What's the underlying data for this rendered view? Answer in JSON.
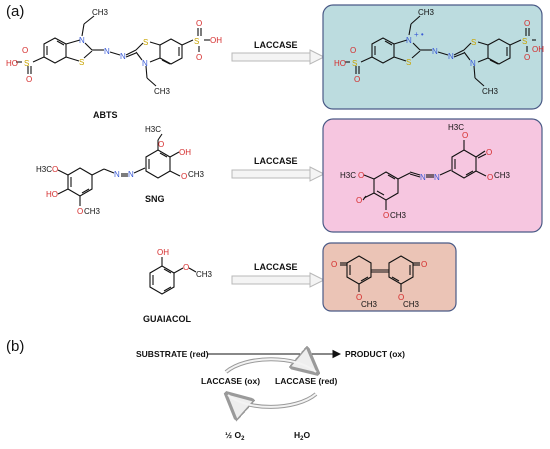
{
  "panels": {
    "a": "(a)",
    "b": "(b)"
  },
  "enzyme_label": "LACCASE",
  "substrates": [
    {
      "name": "ABTS"
    },
    {
      "name": "SNG"
    },
    {
      "name": "GUAIACOL"
    }
  ],
  "colors": {
    "abts_product_fill": "#bcdcdf",
    "sng_product_fill": "#f6c6e0",
    "guaiacol_product_fill": "#ebc4b6",
    "panel_border": "#4a5a86",
    "arrow": "#b8b8b8",
    "nitrogen": "#3a5bd6",
    "oxygen": "#d42a2a",
    "sulfur": "#c8a400"
  },
  "atoms": {
    "N": "N",
    "S": "S",
    "O": "O",
    "OH": "OH",
    "HO": "HO",
    "SO3H_left": "HO",
    "CH3": "CH3",
    "H3CO": "H3C",
    "charge": "+ •"
  },
  "cycle": {
    "substrate": "SUBSTRATE (red)",
    "product": "PRODUCT (ox)",
    "laccase_ox": "LACCASE (ox)",
    "laccase_red": "LACCASE (red)",
    "oxygen": "½ O",
    "oxygen_sub": "2",
    "water": "H",
    "water_sub": "2",
    "water_end": "O"
  }
}
